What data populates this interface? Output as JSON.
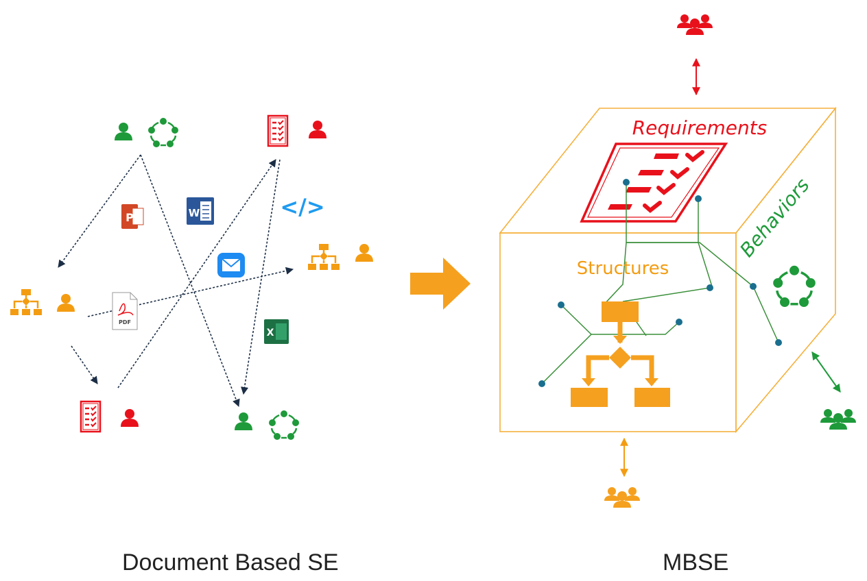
{
  "captions": {
    "left": "Document Based SE",
    "right": "MBSE"
  },
  "cube_labels": {
    "requirements": "Requirements",
    "behaviors": "Behaviors",
    "structures": "Structures"
  },
  "file_icons": {
    "powerpoint": "P",
    "word": "W",
    "excel": "X",
    "pdf": "PDF",
    "code": "</>"
  },
  "colors": {
    "requirements": "#e8111b",
    "structures": "#f39c12",
    "behaviors": "#1e9a3a",
    "connector_dark": "#1c2e45",
    "model_link": "#3a8f3a",
    "node_dot": "#1a6f8f",
    "cube_edge": "#f5b13d",
    "big_arrow": "#f5a01f"
  },
  "icons": [
    "person-icon",
    "group-icon",
    "cycle-icon",
    "checklist-icon",
    "flowchart-icon",
    "powerpoint-icon",
    "word-icon",
    "excel-icon",
    "pdf-icon",
    "email-icon",
    "code-icon",
    "right-arrow-icon"
  ]
}
